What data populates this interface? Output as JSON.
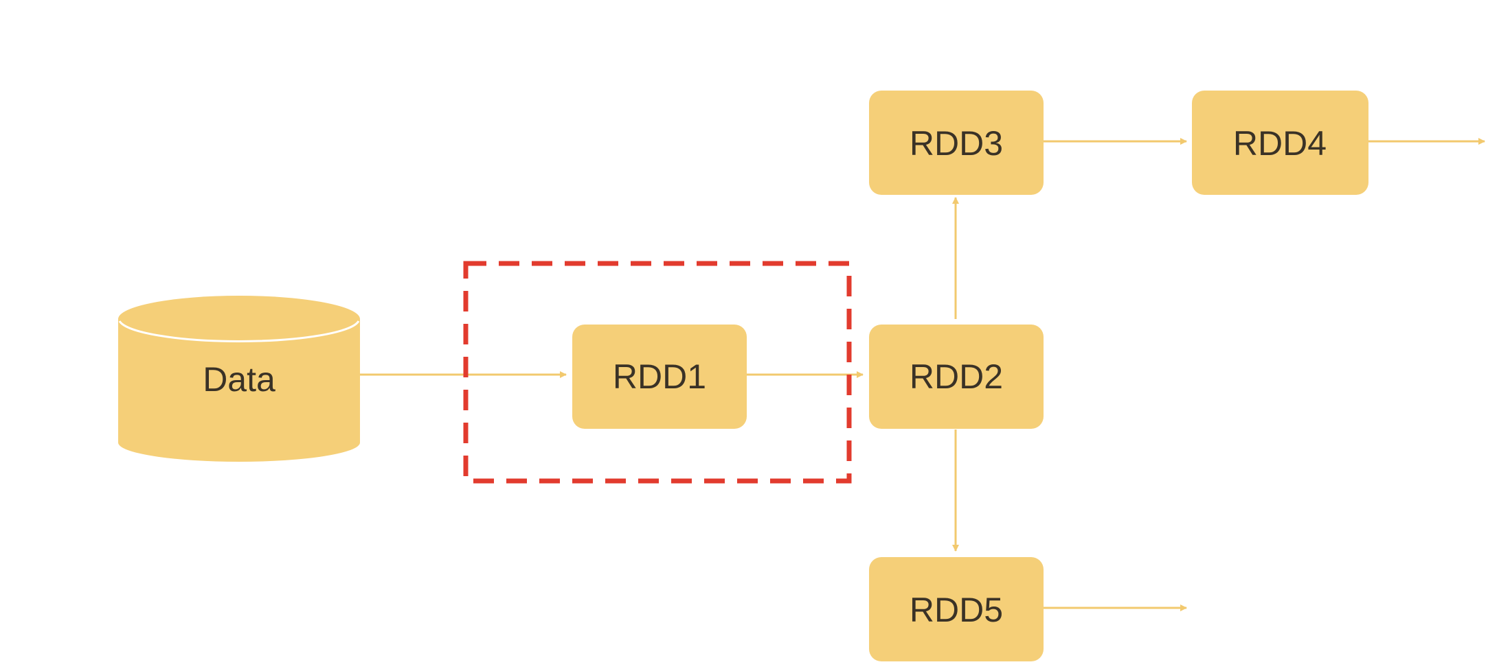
{
  "diagram": {
    "colors": {
      "node_fill": "#f5cf78",
      "edge": "#f2c96e",
      "highlight": "#e23b2e",
      "text": "#3a3226",
      "background": "#ffffff"
    },
    "nodes": {
      "data": {
        "label": "Data",
        "shape": "cylinder"
      },
      "rdd1": {
        "label": "RDD1",
        "shape": "rounded-rect"
      },
      "rdd2": {
        "label": "RDD2",
        "shape": "rounded-rect"
      },
      "rdd3": {
        "label": "RDD3",
        "shape": "rounded-rect"
      },
      "rdd4": {
        "label": "RDD4",
        "shape": "rounded-rect"
      },
      "rdd5": {
        "label": "RDD5",
        "shape": "rounded-rect"
      }
    },
    "edges": [
      {
        "from": "data",
        "to": "rdd1"
      },
      {
        "from": "rdd1",
        "to": "rdd2"
      },
      {
        "from": "rdd2",
        "to": "rdd3"
      },
      {
        "from": "rdd2",
        "to": "rdd5"
      },
      {
        "from": "rdd3",
        "to": "rdd4"
      },
      {
        "from": "rdd4",
        "to": ""
      },
      {
        "from": "rdd5",
        "to": ""
      }
    ],
    "highlight": {
      "target": "rdd1",
      "style": "dashed"
    }
  }
}
